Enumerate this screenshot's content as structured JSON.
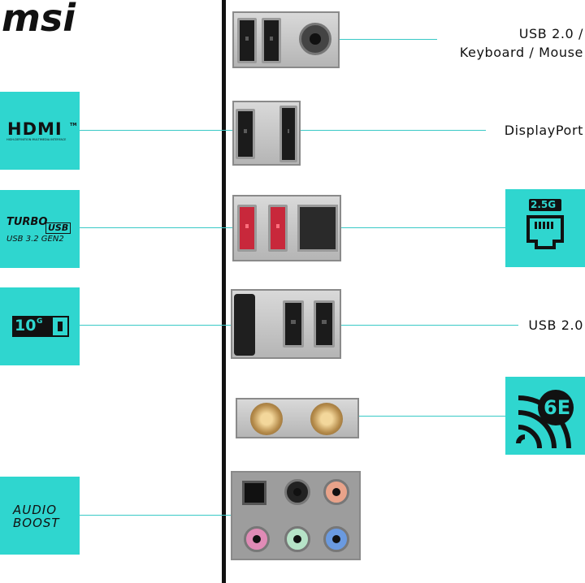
{
  "brand": {
    "logo": "msi"
  },
  "colors": {
    "accent": "#2fd6cf",
    "line": "#39c9c6",
    "divider": "#111111"
  },
  "left_badges": [
    {
      "id": "hdmi",
      "title": "HDMI",
      "tm": "TM",
      "subtitle": "HIGH-DEFINITION MULTIMEDIA INTERFACE"
    },
    {
      "id": "turbo-usb",
      "line1a": "TURBO",
      "line1b": "USB",
      "line2": "USB 3.2 GEN2"
    },
    {
      "id": "10g",
      "text": "10",
      "sup": "G"
    },
    {
      "id": "audio-boost",
      "line1": "AUDIO",
      "line2": "BOOST"
    }
  ],
  "right_labels": {
    "usb_ps2": {
      "line1": "USB 2.0 /",
      "line2": "Keyboard / Mouse"
    },
    "displayport": "DisplayPort",
    "usb20": "USB 2.0"
  },
  "right_badges": [
    {
      "id": "lan",
      "text": "2.5G",
      "icon": "ethernet-icon"
    },
    {
      "id": "wifi",
      "text": "6E",
      "icon": "wifi-icon"
    }
  ]
}
